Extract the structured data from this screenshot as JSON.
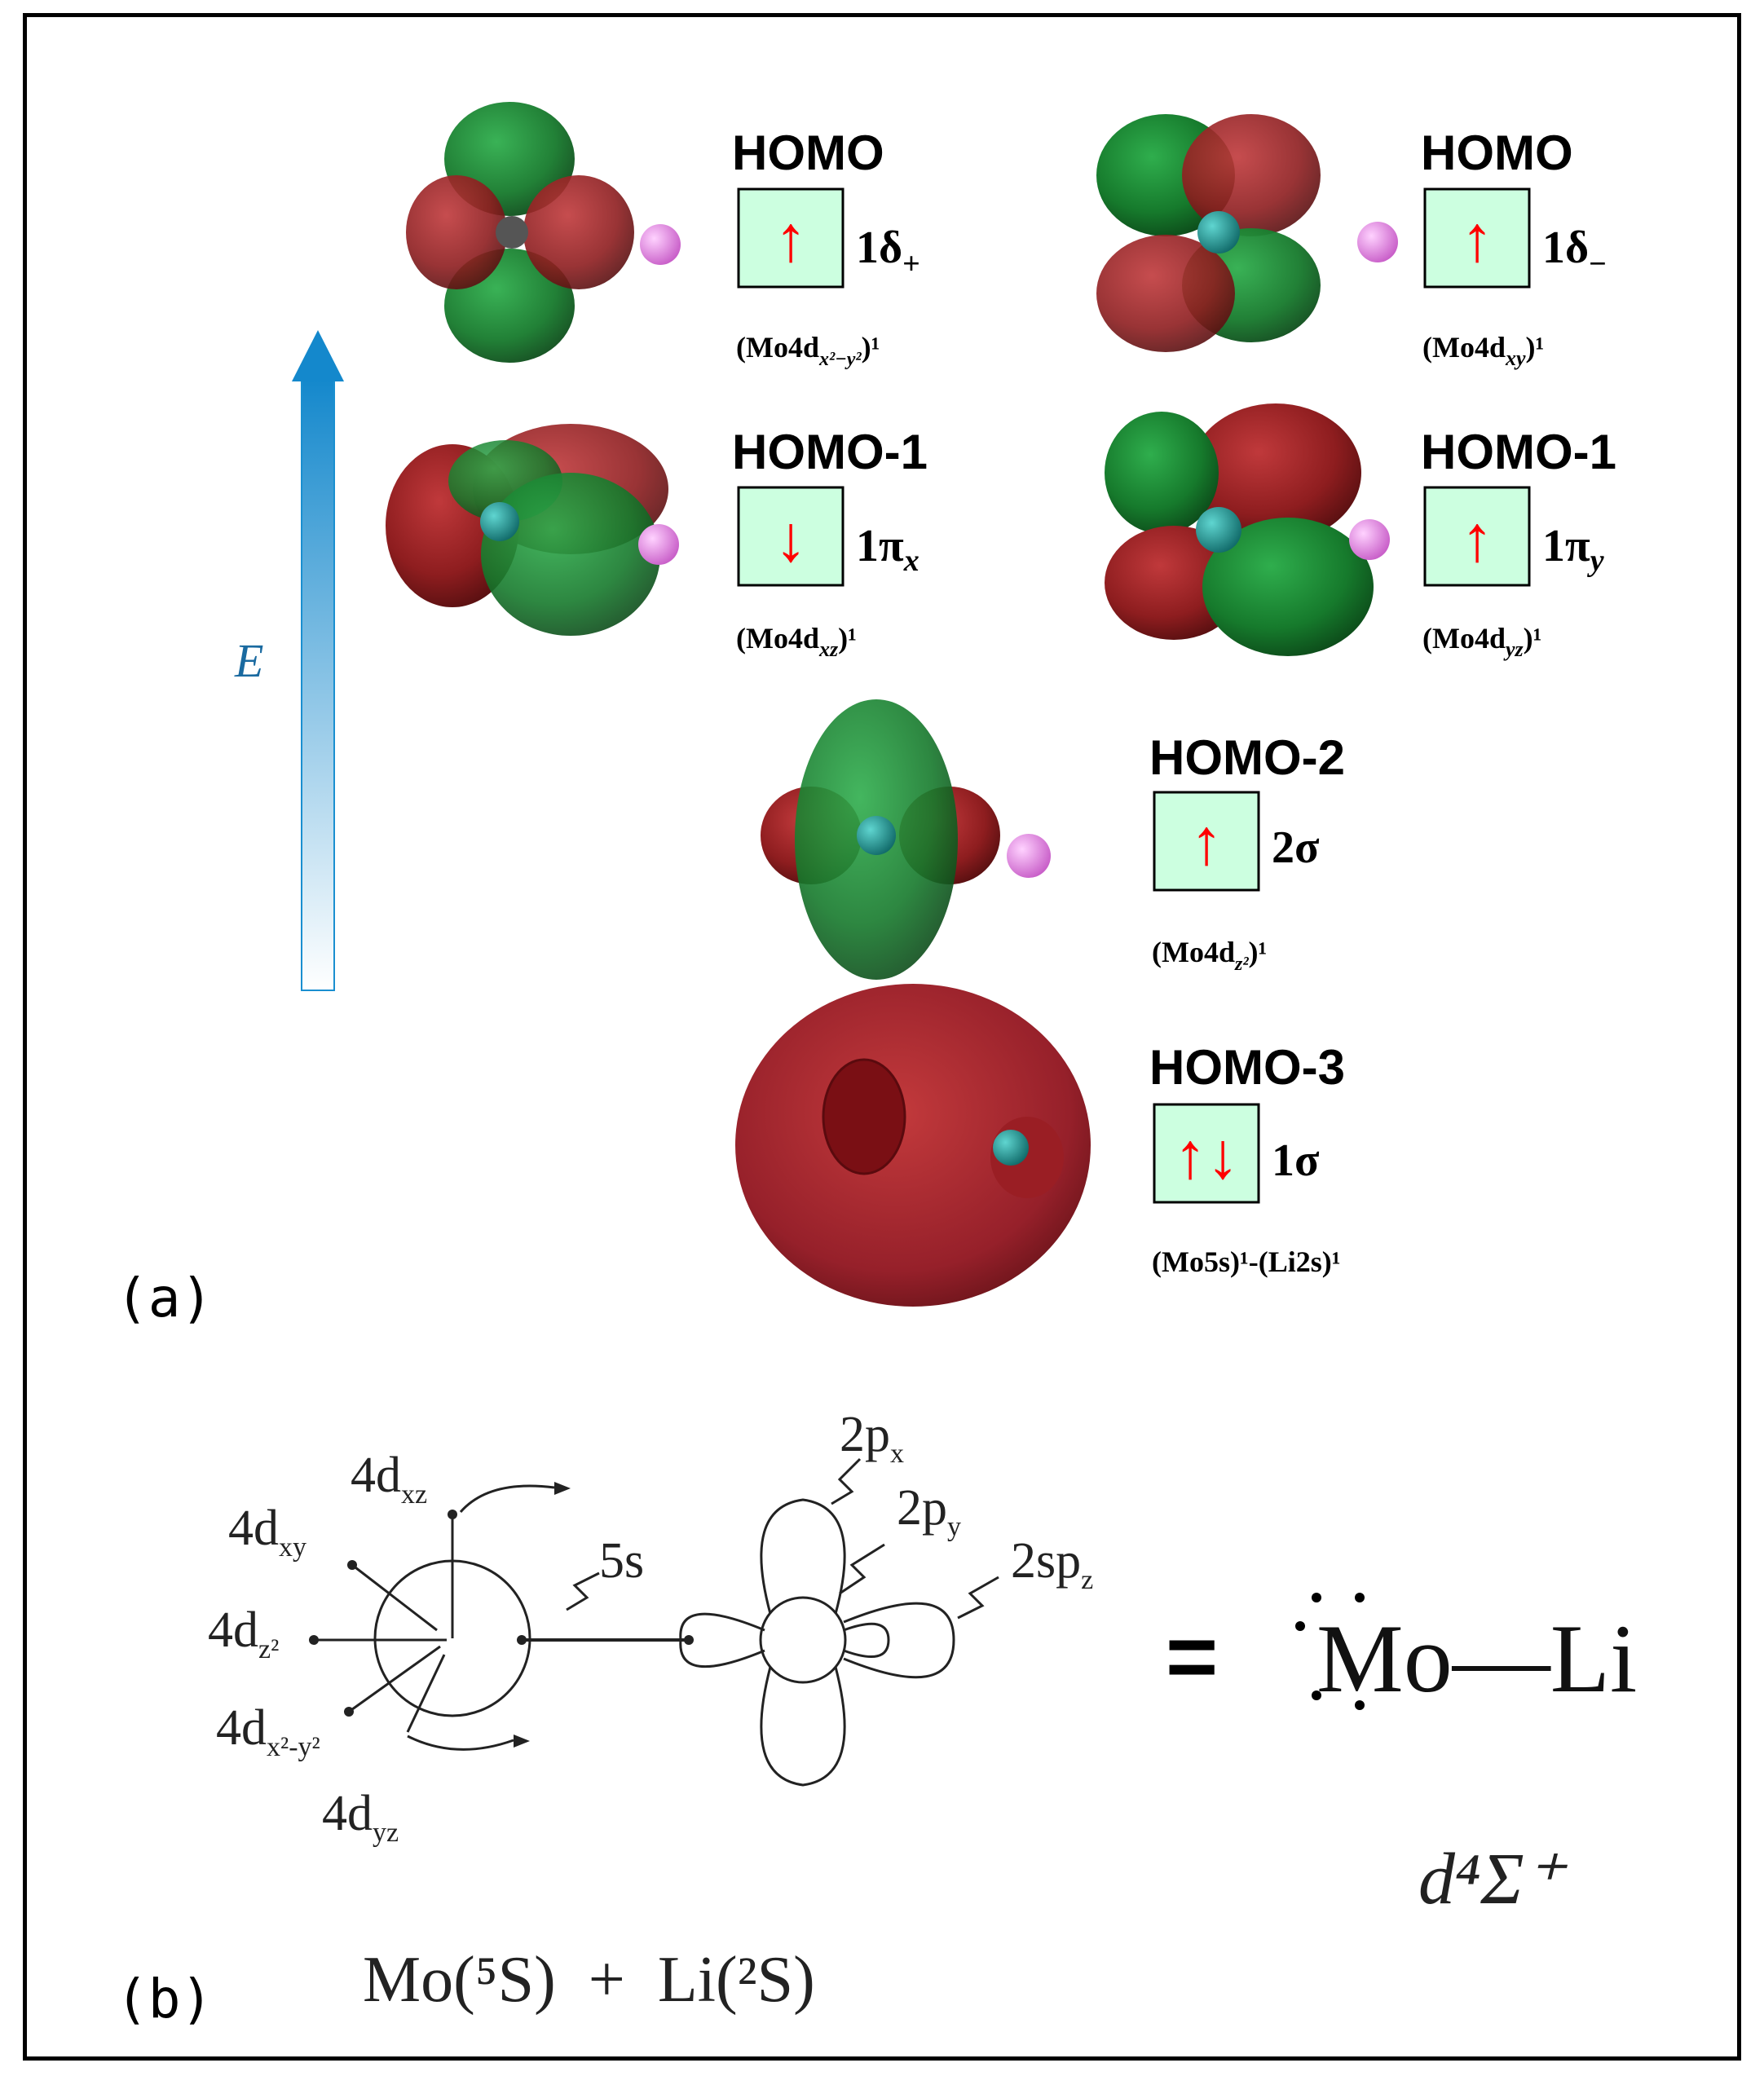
{
  "panel_a": {
    "panel_label": "(a)",
    "axis_label": "E",
    "orbitals": [
      {
        "level": "HOMO",
        "arrows": "↑",
        "symbol": "1δ",
        "symbol_sub": "+",
        "config": "(Mo4d",
        "config_sub": "x²−y²",
        "config_end": ")¹"
      },
      {
        "level": "HOMO",
        "arrows": "↑",
        "symbol": "1δ",
        "symbol_sub": "−",
        "config": "(Mo4d",
        "config_sub": "xy",
        "config_end": ")¹"
      },
      {
        "level": "HOMO-1",
        "arrows": "↓",
        "symbol": "1π",
        "symbol_sub": "x",
        "config": "(Mo4d",
        "config_sub": "xz",
        "config_end": ")¹"
      },
      {
        "level": "HOMO-1",
        "arrows": "↑",
        "symbol": "1π",
        "symbol_sub": "y",
        "config": "(Mo4d",
        "config_sub": "yz",
        "config_end": ")¹"
      },
      {
        "level": "HOMO-2",
        "arrows": "↑",
        "symbol": "2σ",
        "symbol_sub": "",
        "config": "(Mo4d",
        "config_sub": "z²",
        "config_end": ")¹"
      },
      {
        "level": "HOMO-3",
        "arrows": "↑↓",
        "symbol": "1σ",
        "symbol_sub": "",
        "config": "(Mo5s)¹-(Li2s)¹",
        "config_sub": "",
        "config_end": ""
      }
    ],
    "colors": {
      "box_fill": "#ccffe0",
      "arrow": "#ff0000",
      "lobe_red": "#8b1a1a",
      "lobe_green": "#137a2a",
      "li_atom": "#e07ee0",
      "energy_arrow": "#1a8fd0"
    }
  },
  "panel_b": {
    "panel_label": "(b)",
    "labels": {
      "d_xz": "4d",
      "d_xz_sub": "xz",
      "d_xy": "4d",
      "d_xy_sub": "xy",
      "d_z2": "4d",
      "d_z2_sub": "z²",
      "d_x2y2": "4d",
      "d_x2y2_sub": "x²-y²",
      "d_yz": "4d",
      "d_yz_sub": "yz",
      "s5": "5s",
      "p_x": "2p",
      "p_x_sub": "x",
      "p_y": "2p",
      "p_y_sub": "y",
      "sp_z": "2sp",
      "sp_z_sub": "z"
    },
    "equals": "=",
    "product": "Mo—Li",
    "term": "d⁴Σ⁺",
    "reactants": "Mo(⁵S)  +  Li(²S)"
  }
}
